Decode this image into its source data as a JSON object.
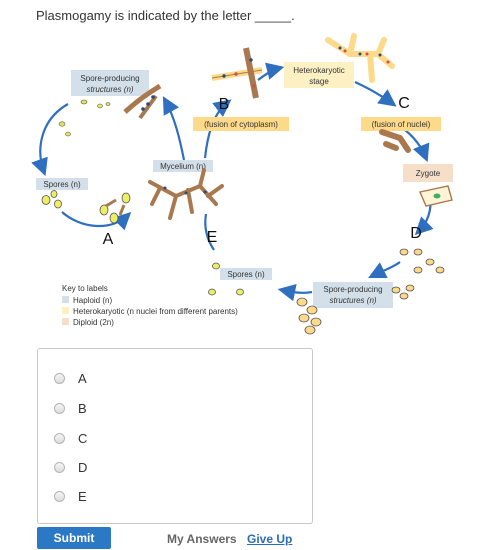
{
  "question": {
    "text": "Plasmogamy is indicated by the letter _____."
  },
  "diagram": {
    "labels": {
      "spore_producing_top": [
        "Spore-producing",
        "structures (n)"
      ],
      "spores_left": "Spores (n)",
      "mycelium": "Mycelium (n)",
      "heterokaryotic": [
        "Heterokaryotic",
        "stage"
      ],
      "fusion_cytoplasm": "(fusion of cytoplasm)",
      "fusion_nuclei": "(fusion of nuclei)",
      "zygote": "Zygote",
      "spores_bottom": "Spores (n)",
      "spore_producing_bottom": [
        "Spore-producing",
        "structures (n)"
      ]
    },
    "letters": {
      "a": "A",
      "b": "B",
      "c": "C",
      "d": "D",
      "e": "E"
    },
    "key": {
      "title": "Key to labels",
      "items": [
        {
          "text": "Haploid (n)",
          "color": "#d3e0ea"
        },
        {
          "text": "Heterokaryotic (n nuclei from different parents)",
          "color": "#fdf1c4"
        },
        {
          "text": "Diploid (2n)",
          "color": "#f6dfc8"
        }
      ]
    },
    "colors": {
      "arrow": "#2f6fbf",
      "haploid": "#d3e0ea",
      "heterokaryotic": "#fdd98a",
      "diploid": "#f6dfc8",
      "spore": "#eeee66"
    }
  },
  "answers": {
    "options": [
      {
        "label": "A"
      },
      {
        "label": "B"
      },
      {
        "label": "C"
      },
      {
        "label": "D"
      },
      {
        "label": "E"
      }
    ]
  },
  "footer": {
    "submit_label": "Submit",
    "my_answers_label": "My Answers",
    "give_up_label": "Give Up"
  }
}
